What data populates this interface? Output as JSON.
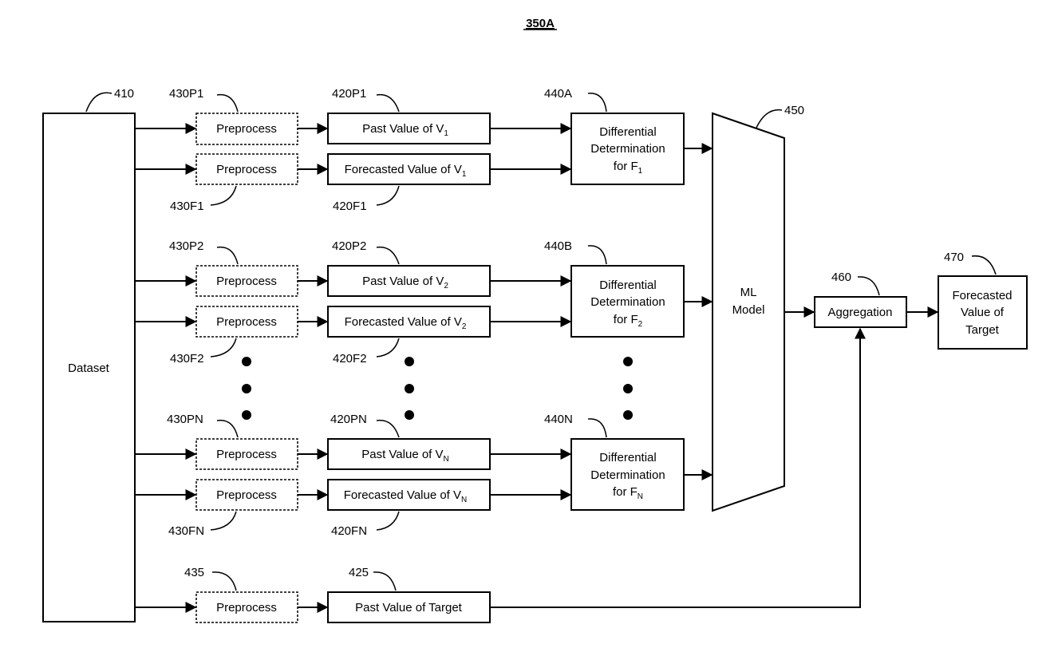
{
  "title": "350A",
  "dataset": {
    "label": "Dataset",
    "ref": "410"
  },
  "rows": [
    {
      "pre_past": {
        "label": "Preprocess",
        "ref": "430P1"
      },
      "past": {
        "label": "Past Value of V",
        "sub": "1",
        "ref": "420P1"
      },
      "pre_fc": {
        "label": "Preprocess",
        "ref": "430F1"
      },
      "fc": {
        "label": "Forecasted Value of V",
        "sub": "1",
        "ref": "420F1"
      },
      "diff": {
        "line1": "Differential",
        "line2": "Determination",
        "line3": "for F",
        "sub": "1",
        "ref": "440A"
      }
    },
    {
      "pre_past": {
        "label": "Preprocess",
        "ref": "430P2"
      },
      "past": {
        "label": "Past Value of V",
        "sub": "2",
        "ref": "420P2"
      },
      "pre_fc": {
        "label": "Preprocess",
        "ref": "430F2"
      },
      "fc": {
        "label": "Forecasted Value of V",
        "sub": "2",
        "ref": "420F2"
      },
      "diff": {
        "line1": "Differential",
        "line2": "Determination",
        "line3": "for F",
        "sub": "2",
        "ref": "440B"
      }
    },
    {
      "pre_past": {
        "label": "Preprocess",
        "ref": "430PN"
      },
      "past": {
        "label": "Past Value of V",
        "sub": "N",
        "ref": "420PN"
      },
      "pre_fc": {
        "label": "Preprocess",
        "ref": "430FN"
      },
      "fc": {
        "label": "Forecasted Value of V",
        "sub": "N",
        "ref": "420FN"
      },
      "diff": {
        "line1": "Differential",
        "line2": "Determination",
        "line3": "for F",
        "sub": "N",
        "ref": "440N"
      }
    }
  ],
  "target_row": {
    "pre": {
      "label": "Preprocess",
      "ref": "435"
    },
    "past": {
      "label": "Past Value of Target",
      "ref": "425"
    }
  },
  "model": {
    "line1": "ML",
    "line2": "Model",
    "ref": "450"
  },
  "aggregation": {
    "label": "Aggregation",
    "ref": "460"
  },
  "output": {
    "line1": "Forecasted",
    "line2": "Value of",
    "line3": "Target",
    "ref": "470"
  }
}
